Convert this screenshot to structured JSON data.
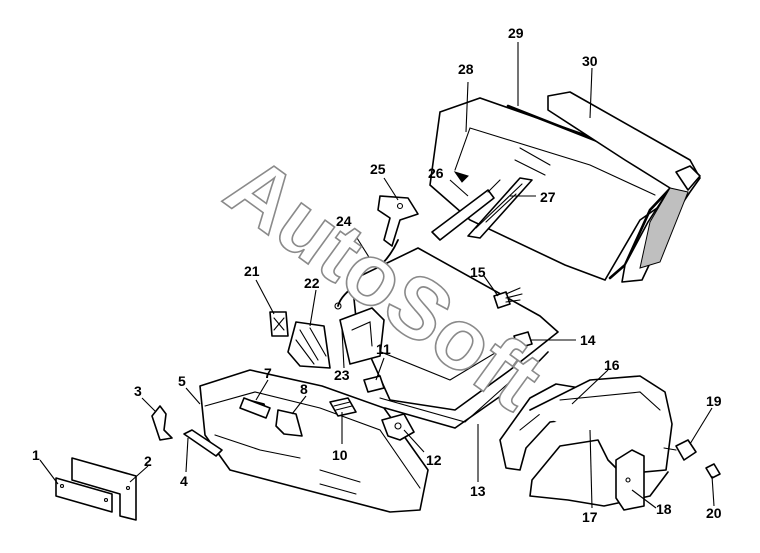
{
  "watermark": "AutoSoft",
  "labels": [
    "1",
    "2",
    "3",
    "4",
    "5",
    "7",
    "8",
    "10",
    "11",
    "12",
    "13",
    "14",
    "15",
    "16",
    "17",
    "18",
    "19",
    "20",
    "21",
    "22",
    "23",
    "24",
    "25",
    "26",
    "27",
    "28",
    "29",
    "30"
  ]
}
